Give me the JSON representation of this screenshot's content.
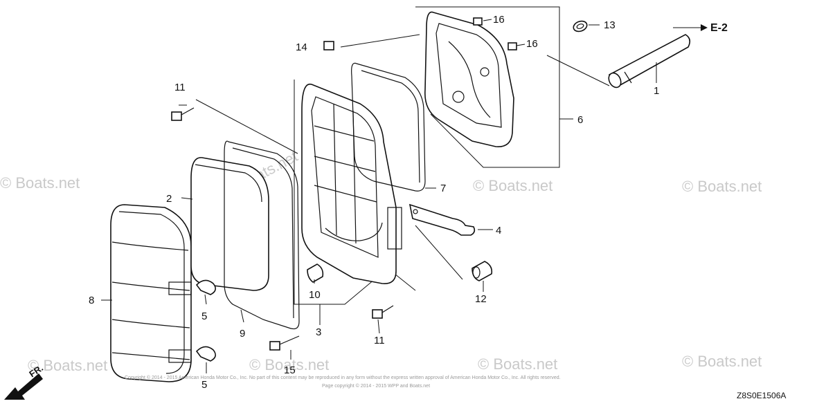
{
  "parts": [
    {
      "num": "1"
    },
    {
      "num": "2"
    },
    {
      "num": "3"
    },
    {
      "num": "4"
    },
    {
      "num": "5"
    },
    {
      "num": "5"
    },
    {
      "num": "6"
    },
    {
      "num": "7"
    },
    {
      "num": "8"
    },
    {
      "num": "9"
    },
    {
      "num": "10"
    },
    {
      "num": "11"
    },
    {
      "num": "11"
    },
    {
      "num": "12"
    },
    {
      "num": "13"
    },
    {
      "num": "14"
    },
    {
      "num": "15"
    },
    {
      "num": "16"
    },
    {
      "num": "16"
    }
  ],
  "reference": "E-2",
  "front_marker": "FR.",
  "diagram_code": "Z8S0E1506A",
  "watermark": "© Boats.net",
  "copyright_line1": "Copyright © 2014 - 2015 American Honda Motor Co., Inc. No part of this content may be reproduced in any form without the express written approval of American Honda Motor Co., Inc. All rights reserved.",
  "copyright_line2": "Page copyright © 2014 - 2015 WPP and Boats.net"
}
